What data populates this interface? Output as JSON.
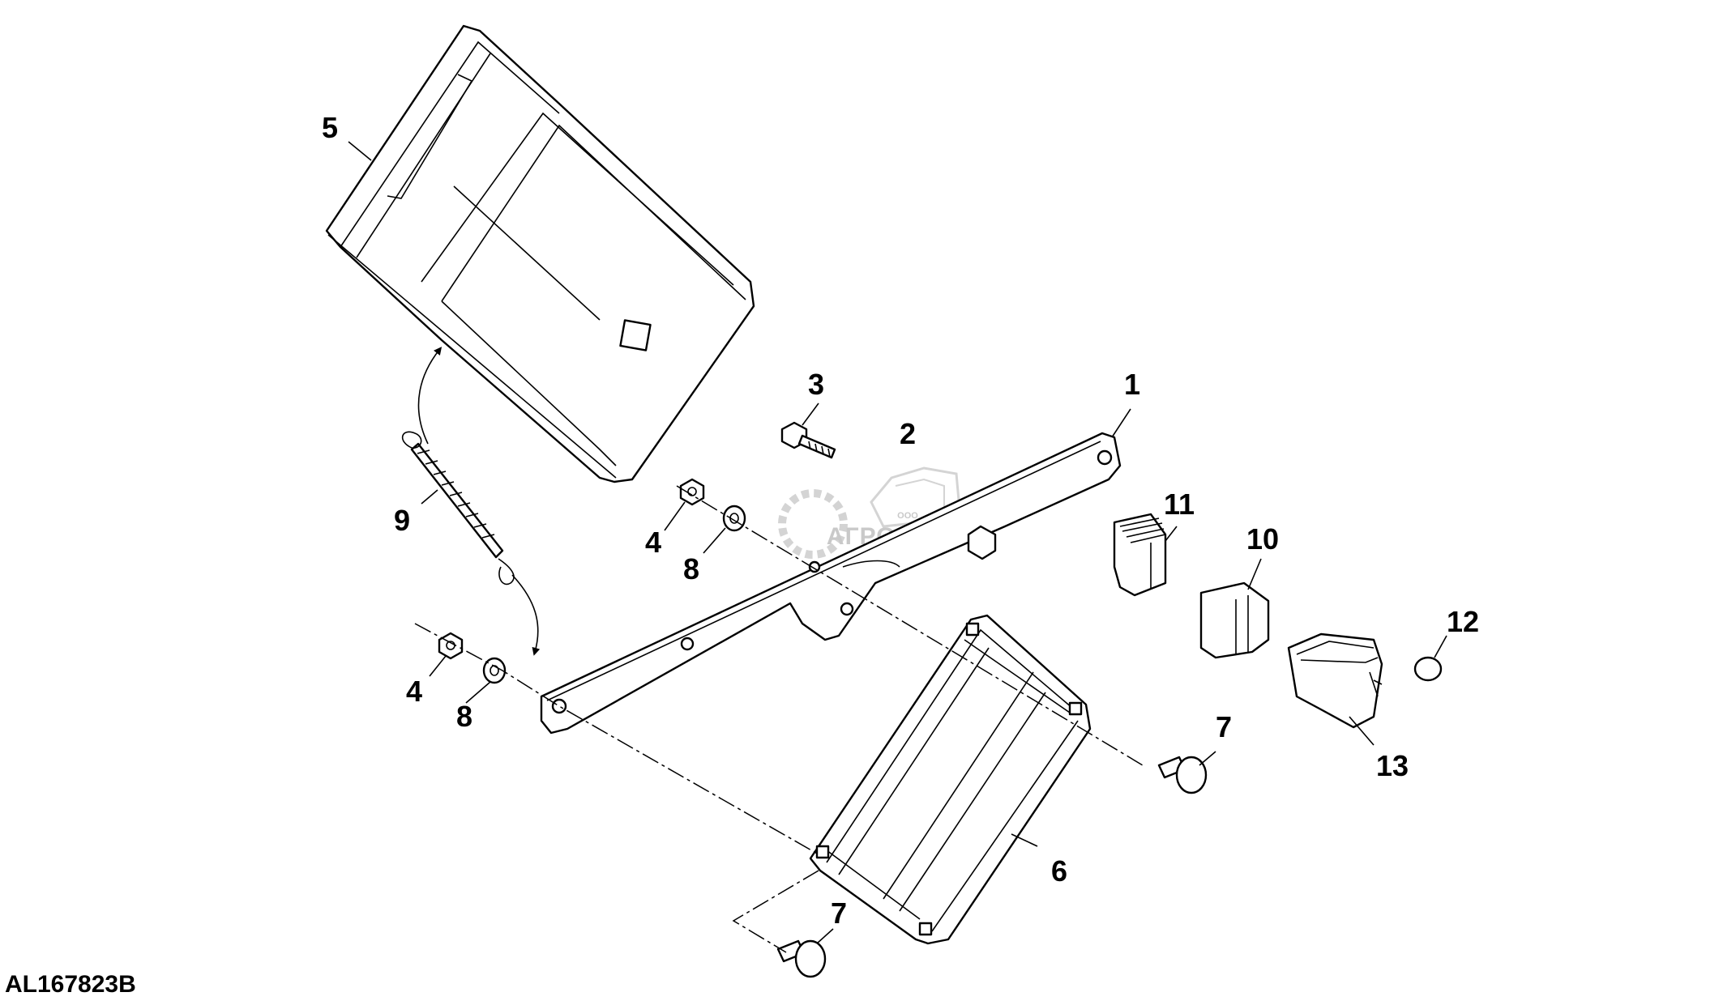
{
  "figure_id": "AL167823B",
  "watermark": {
    "company_prefix": "ООО",
    "company_name": "АГРОСНАБ"
  },
  "callouts": [
    {
      "id": "c1",
      "label": "1"
    },
    {
      "id": "c2",
      "label": "2"
    },
    {
      "id": "c3",
      "label": "3"
    },
    {
      "id": "c4a",
      "label": "4"
    },
    {
      "id": "c4b",
      "label": "4"
    },
    {
      "id": "c5",
      "label": "5"
    },
    {
      "id": "c6",
      "label": "6"
    },
    {
      "id": "c7a",
      "label": "7"
    },
    {
      "id": "c7b",
      "label": "7"
    },
    {
      "id": "c8a",
      "label": "8"
    },
    {
      "id": "c8b",
      "label": "8"
    },
    {
      "id": "c9",
      "label": "9"
    },
    {
      "id": "c10",
      "label": "10"
    },
    {
      "id": "c11",
      "label": "11"
    },
    {
      "id": "c12",
      "label": "12"
    },
    {
      "id": "c13",
      "label": "13"
    }
  ]
}
